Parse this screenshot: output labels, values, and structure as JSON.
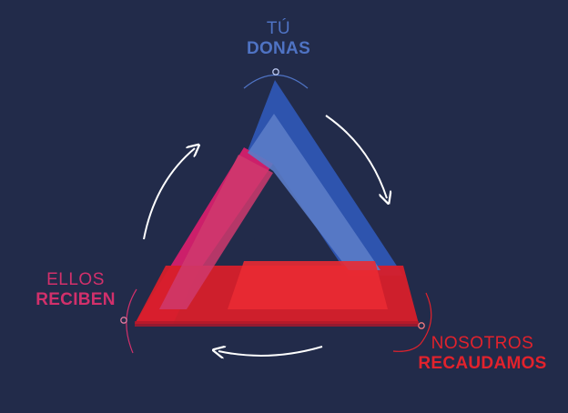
{
  "labels": {
    "donas": {
      "light": "TÚ",
      "bold": "DONAS"
    },
    "reciben": {
      "light": "ELLOS",
      "bold": "RECIBEN"
    },
    "recaudamos": {
      "light": "NOSOTROS",
      "bold": "RECAUDAMOS"
    }
  },
  "colors": {
    "background": "#222b4a",
    "blue": "#2f56b3",
    "blue_light": "#4f73c4",
    "pink": "#d2306b",
    "red": "#e2222c",
    "arrow": "#ffffff"
  }
}
